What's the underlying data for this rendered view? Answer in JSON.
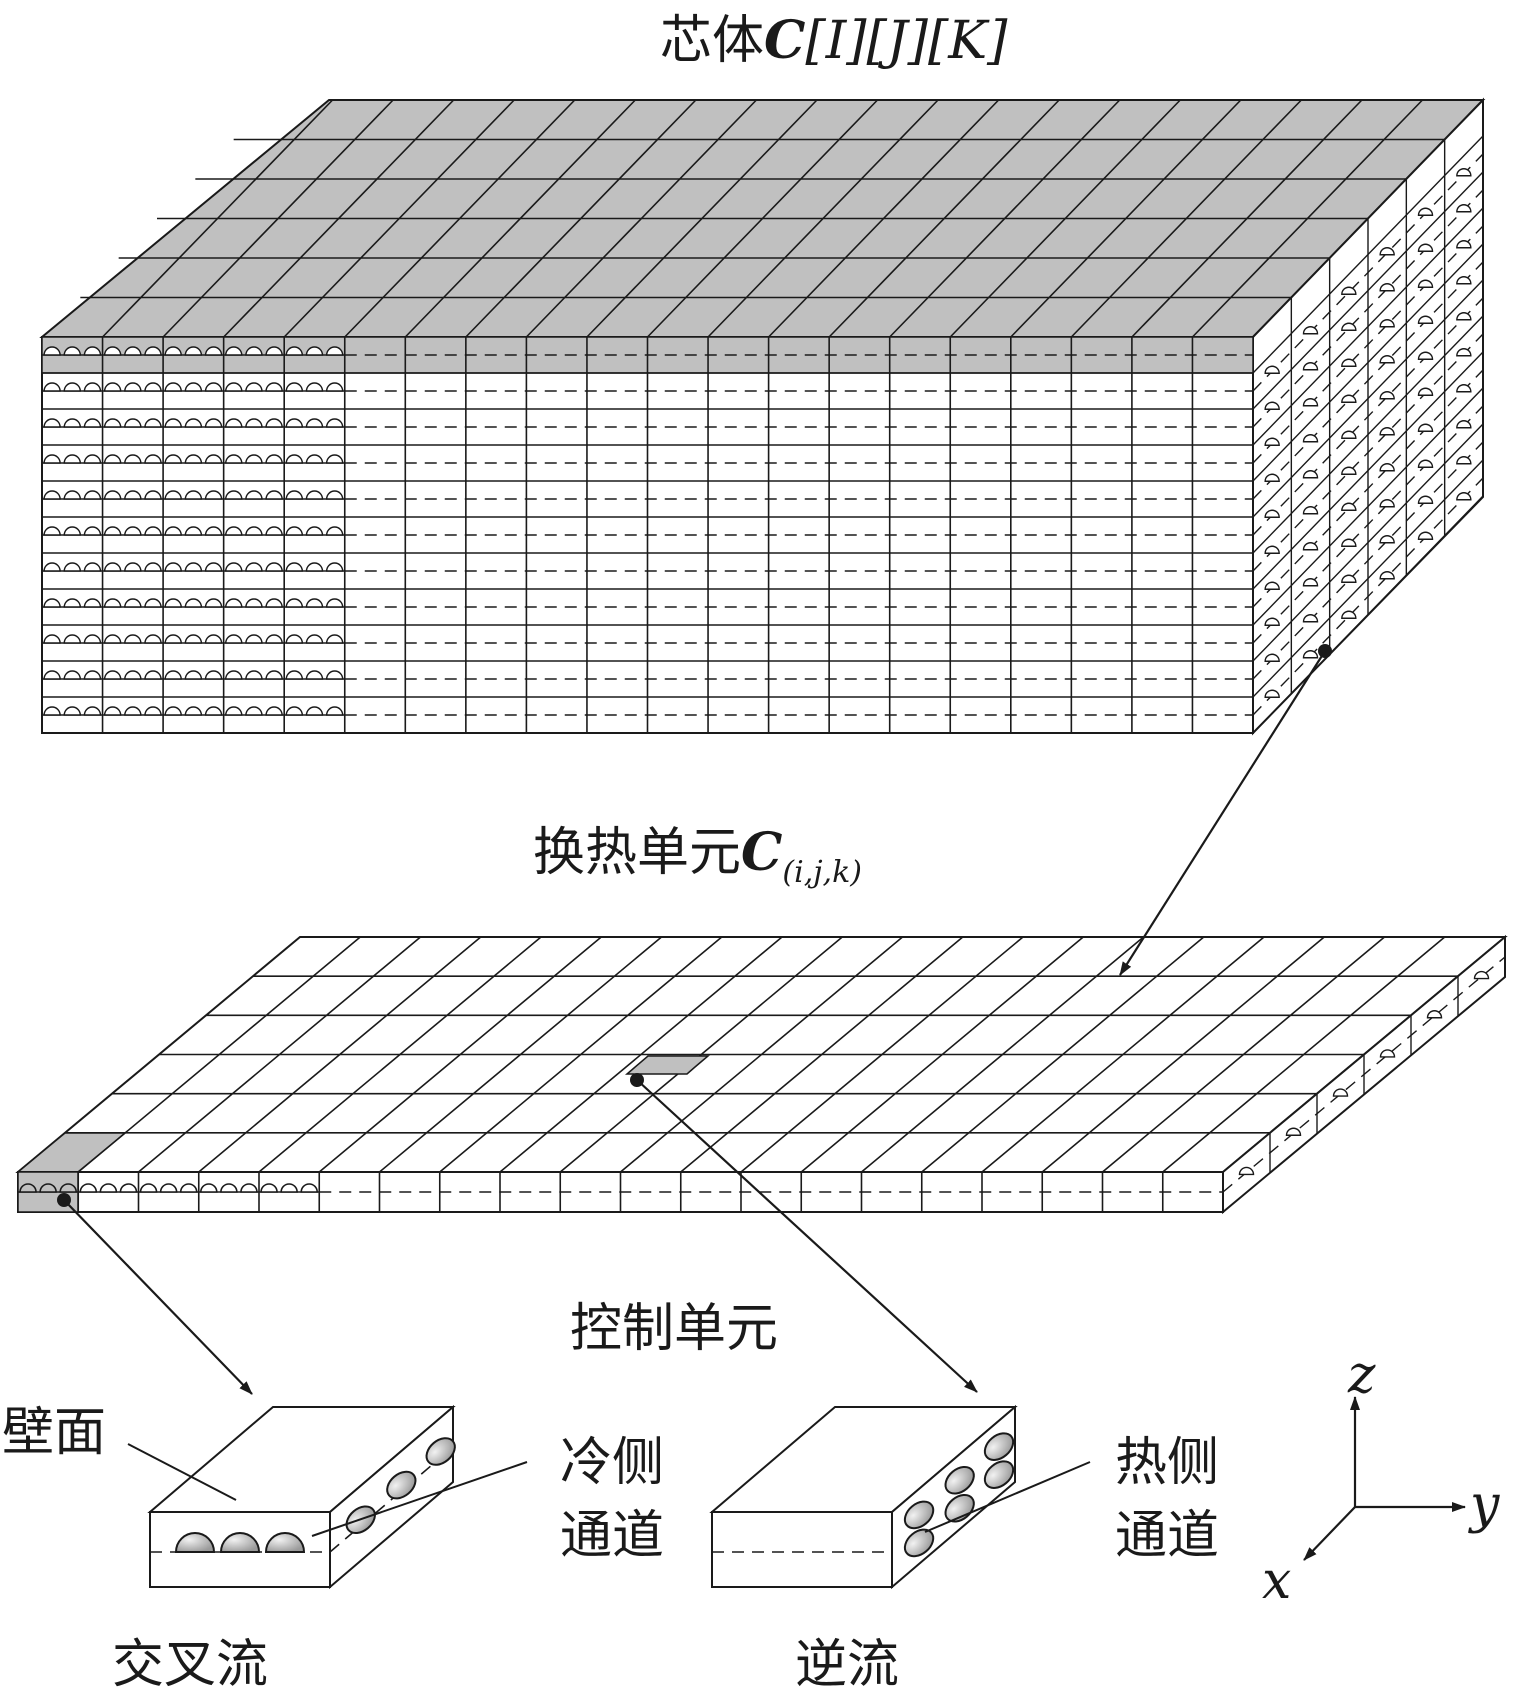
{
  "core_title": {
    "prefix": "芯体",
    "symbol": "C",
    "indices": "[I][J][K]"
  },
  "unit_title": {
    "prefix": "换热单元",
    "symbol": "C",
    "subscript": "(i,j,k)"
  },
  "control_volume_label": "控制单元",
  "wall_label": "壁面",
  "cold_channel_label": [
    "冷侧",
    "通道"
  ],
  "hot_channel_label": [
    "热侧",
    "通道"
  ],
  "crossflow_label": "交叉流",
  "counterflow_label": "逆流",
  "axes": {
    "x": "x",
    "y": "y",
    "z": "z"
  },
  "colors": {
    "ink": "#1a1a1a",
    "shade": "#c0c0c0",
    "fill": "#ffffff"
  }
}
